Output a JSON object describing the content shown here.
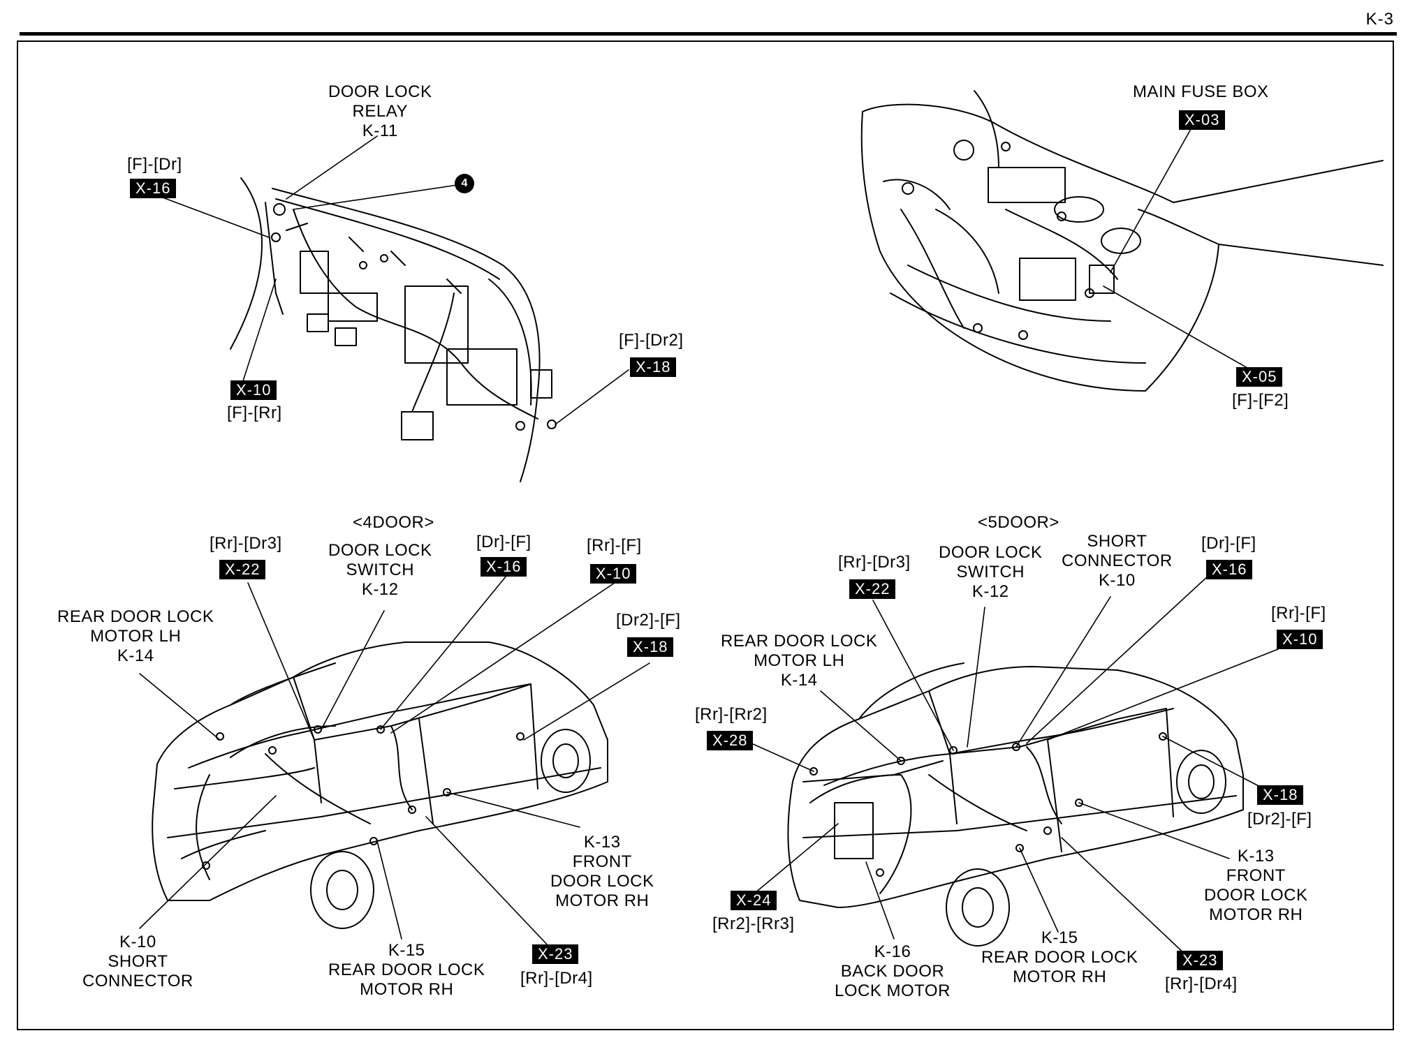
{
  "page_number": "K-3",
  "dash": {
    "relay": "DOOR LOCK\nRELAY\nK-11",
    "callout": "4",
    "f_dr_code": "[F]-[Dr]",
    "f_dr_badge": "X-16",
    "f_rr_badge": "X-10",
    "f_rr_code": "[F]-[Rr]",
    "f_dr2_code": "[F]-[Dr2]",
    "f_dr2_badge": "X-18"
  },
  "engine": {
    "fuse_box": "MAIN FUSE BOX",
    "fuse_badge": "X-03",
    "f_f2_badge": "X-05",
    "f_f2_code": "[F]-[F2]"
  },
  "four_door": {
    "title": "<4DOOR>",
    "rr_dr3_code": "[Rr]-[Dr3]",
    "rr_dr3_badge": "X-22",
    "switch": "DOOR LOCK\nSWITCH\nK-12",
    "dr_f_code": "[Dr]-[F]",
    "dr_f_badge": "X-16",
    "rr_f_code": "[Rr]-[F]",
    "rr_f_badge": "X-10",
    "dr2_f_code": "[Dr2]-[F]",
    "dr2_f_badge": "X-18",
    "rear_lh": "REAR DOOR LOCK\nMOTOR LH\nK-14",
    "front_rh": "K-13\nFRONT\nDOOR LOCK\nMOTOR RH",
    "short_conn": "K-10\nSHORT\nCONNECTOR",
    "rear_rh": "K-15\nREAR DOOR LOCK\nMOTOR RH",
    "rr_dr4_badge": "X-23",
    "rr_dr4_code": "[Rr]-[Dr4]"
  },
  "five_door": {
    "title": "<5DOOR>",
    "rr_dr3_code": "[Rr]-[Dr3]",
    "rr_dr3_badge": "X-22",
    "switch": "DOOR LOCK\nSWITCH\nK-12",
    "short_conn": "SHORT\nCONNECTOR\nK-10",
    "dr_f_code": "[Dr]-[F]",
    "dr_f_badge": "X-16",
    "rr_f_code": "[Rr]-[F]",
    "rr_f_badge": "X-10",
    "rear_lh": "REAR DOOR LOCK\nMOTOR LH\nK-14",
    "rr_rr2_code": "[Rr]-[Rr2]",
    "rr_rr2_badge": "X-28",
    "dr2_f_badge": "X-18",
    "dr2_f_code": "[Dr2]-[F]",
    "front_rh": "K-13\nFRONT\nDOOR LOCK\nMOTOR RH",
    "rr2_rr3_badge": "X-24",
    "rr2_rr3_code": "[Rr2]-[Rr3]",
    "back_door": "K-16\nBACK DOOR\nLOCK MOTOR",
    "rear_rh": "K-15\nREAR DOOR LOCK\nMOTOR RH",
    "rr_dr4_badge": "X-23",
    "rr_dr4_code": "[Rr]-[Dr4]"
  }
}
